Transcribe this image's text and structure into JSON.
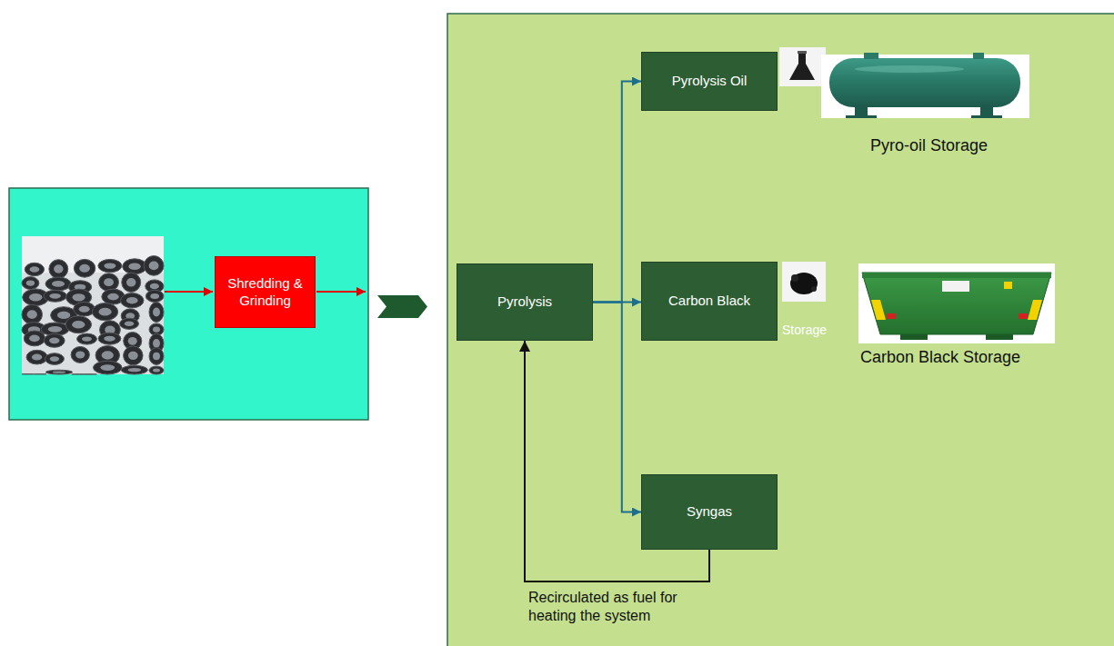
{
  "diagram": {
    "nodes": [
      {
        "text": [
          "Shredding & Grinding"
        ]
      },
      {
        "text": [
          "Pyrolysis"
        ]
      },
      {
        "text": [
          "Pyrolysis Oil"
        ]
      },
      {
        "text": [
          "Carbon Black"
        ]
      },
      {
        "text": [
          "Syngas"
        ]
      }
    ],
    "edges": [
      {
        "from": 1,
        "to": 2,
        "arrow": "to"
      },
      {
        "from": 1,
        "to": 3,
        "arrow": "to"
      },
      {
        "from": 1,
        "to": 4,
        "arrow": "to"
      },
      {
        "from": 4,
        "to": 1,
        "label": "Recirculated as fuel for heating the system",
        "arrow": "to"
      }
    ],
    "labels": [
      "Pyro-oil Storage",
      "Storage",
      "Carbon Black Storage"
    ]
  }
}
